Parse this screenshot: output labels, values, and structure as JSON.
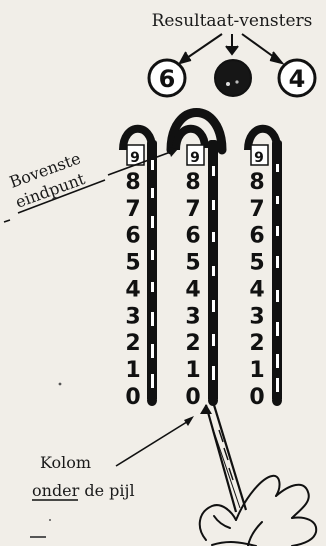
{
  "diagram": {
    "title": "Resultaat-vensters",
    "windows": [
      {
        "label": "6"
      },
      {
        "label": ""
      },
      {
        "label": "4"
      }
    ],
    "callout_top": "Bovenste",
    "callout_bottom": "eindpunt",
    "columns": [
      {
        "digits": [
          "9",
          "8",
          "7",
          "6",
          "5",
          "4",
          "3",
          "2",
          "1",
          "0"
        ]
      },
      {
        "digits": [
          "9",
          "8",
          "7",
          "6",
          "5",
          "4",
          "3",
          "2",
          "1",
          "0"
        ]
      },
      {
        "digits": [
          "9",
          "8",
          "7",
          "6",
          "5",
          "4",
          "3",
          "2",
          "1",
          "0"
        ]
      }
    ],
    "note_line1": "Kolom",
    "note_line2_underlined": "onder",
    "note_line2_rest": " de pijl"
  },
  "colors": {
    "background": "#f1eee8",
    "ink": "#111111"
  }
}
